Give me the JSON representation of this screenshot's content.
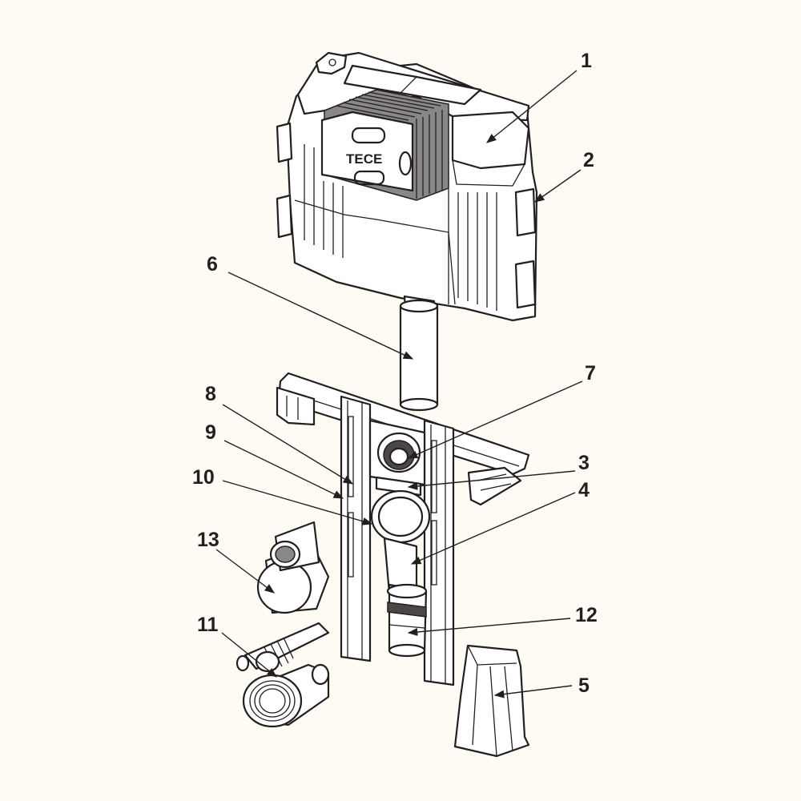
{
  "diagram": {
    "brand_text": "TECE",
    "callouts": [
      {
        "id": "1",
        "label": "1"
      },
      {
        "id": "2",
        "label": "2"
      },
      {
        "id": "3",
        "label": "3"
      },
      {
        "id": "4",
        "label": "4"
      },
      {
        "id": "5",
        "label": "5"
      },
      {
        "id": "6",
        "label": "6"
      },
      {
        "id": "7",
        "label": "7"
      },
      {
        "id": "8",
        "label": "8"
      },
      {
        "id": "9",
        "label": "9"
      },
      {
        "id": "10",
        "label": "10"
      },
      {
        "id": "11",
        "label": "11"
      },
      {
        "id": "12",
        "label": "12"
      },
      {
        "id": "13",
        "label": "13"
      }
    ]
  }
}
